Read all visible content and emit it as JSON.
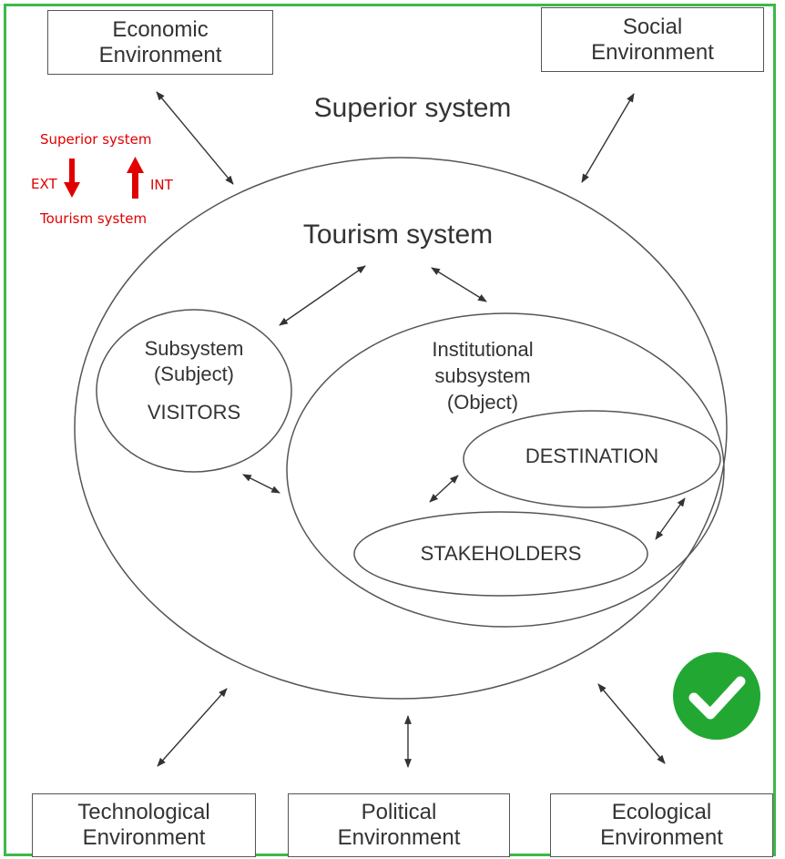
{
  "environments": {
    "economic": [
      "Economic",
      "Environment"
    ],
    "social": [
      "Social",
      "Environment"
    ],
    "technological": [
      "Technological",
      "Environment"
    ],
    "political": [
      "Political",
      "Environment"
    ],
    "ecological": [
      "Ecological",
      "Environment"
    ]
  },
  "superior_system_label": "Superior system",
  "tourism_system_label": "Tourism system",
  "subject_subsystem": {
    "line1": "Subsystem",
    "line2": "(Subject)",
    "line3": "VISITORS"
  },
  "institutional_subsystem": {
    "line1": "Institutional",
    "line2": "subsystem",
    "line3": "(Object)"
  },
  "destination_label": "DESTINATION",
  "stakeholders_label": "STAKEHOLDERS",
  "legend": {
    "top": "Superior system",
    "ext": "EXT",
    "int": "INT",
    "bottom": "Tourism system",
    "color": "#e00000"
  },
  "colors": {
    "frame_border": "#3cb94a",
    "check_circle": "#22a832",
    "lines": "#444444"
  },
  "icons": [
    "check-circle-icon",
    "arrow-down-icon",
    "arrow-up-icon"
  ]
}
